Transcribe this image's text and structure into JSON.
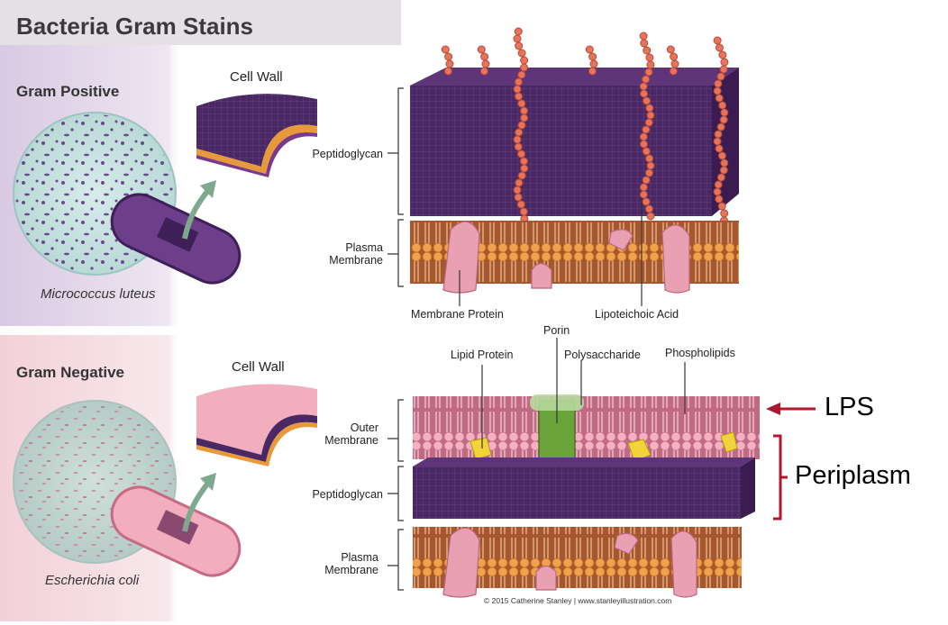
{
  "title": "Bacteria Gram Stains",
  "gram_positive": {
    "heading": "Gram Positive",
    "cell_wall": "Cell Wall",
    "organism": "Micrococcus luteus",
    "peptidoglycan": "Peptidoglycan",
    "plasma_membrane_line1": "Plasma",
    "plasma_membrane_line2": "Membrane",
    "membrane_protein": "Membrane Protein",
    "lipoteichoic_acid": "Lipoteichoic Acid"
  },
  "gram_negative": {
    "heading": "Gram Negative",
    "cell_wall": "Cell Wall",
    "organism": "Escherichia coli",
    "outer_membrane_line1": "Outer",
    "outer_membrane_line2": "Membrane",
    "peptidoglycan": "Peptidoglycan",
    "plasma_membrane_line1": "Plasma",
    "plasma_membrane_line2": "Membrane",
    "porin": "Porin",
    "lipid_protein": "Lipid Protein",
    "polysaccharide": "Polysaccharide",
    "phospholipids": "Phospholipids"
  },
  "annotations": {
    "lps": "LPS",
    "periplasm": "Periplasm"
  },
  "credit": "© 2015 Catherine Stanley | www.stanleyillustration.com",
  "colors": {
    "purple": "#4a2863",
    "orange": "#e8823a",
    "pink": "#e9a0b3",
    "accent_red": "#b0182e",
    "green": "#6aa33a",
    "yellow": "#f2d43a"
  }
}
